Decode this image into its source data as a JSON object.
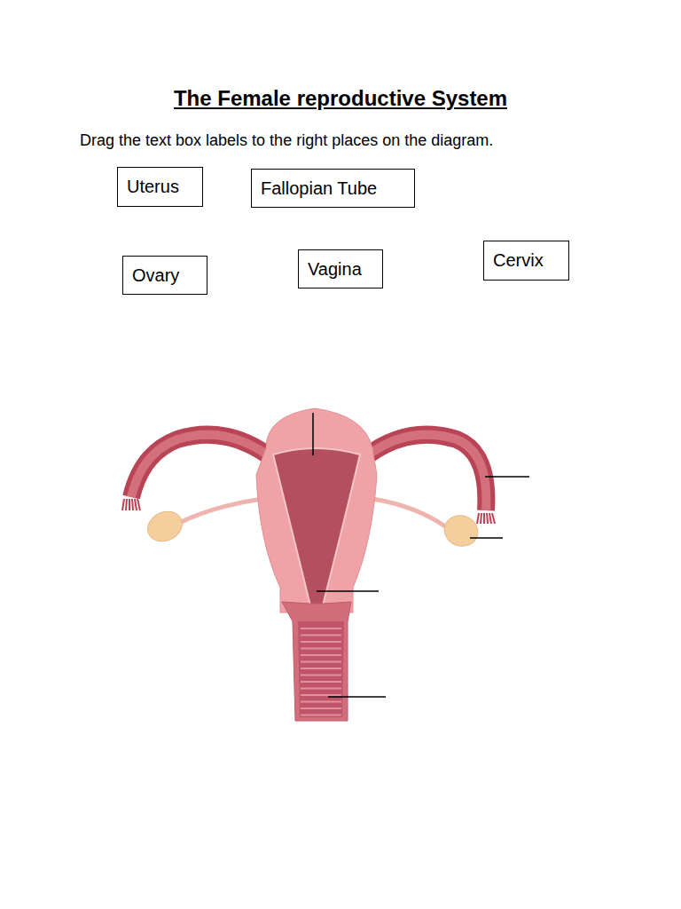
{
  "diagram": {
    "title": "The Female reproductive System",
    "nodes": [
      {
        "text": [
          "Uterus"
        ]
      },
      {
        "text": [
          "Fallopian Tube"
        ]
      },
      {
        "text": [
          "Ovary"
        ]
      },
      {
        "text": [
          "Vagina"
        ]
      },
      {
        "text": [
          "Cervix"
        ]
      }
    ],
    "labels": [
      "Drag the text box labels to the right places on the diagram."
    ]
  }
}
